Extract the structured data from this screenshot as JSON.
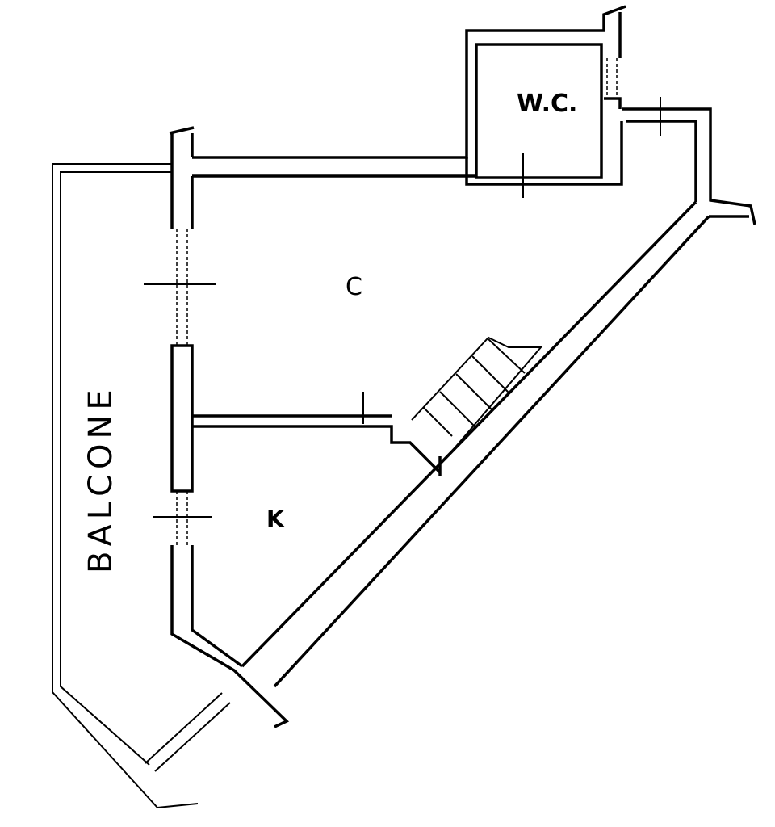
{
  "plan": {
    "rooms": {
      "wc": "W.C.",
      "c": "C",
      "k": "K",
      "balcony": "BALCONE"
    },
    "line_color": "#000000",
    "background": "#ffffff"
  }
}
